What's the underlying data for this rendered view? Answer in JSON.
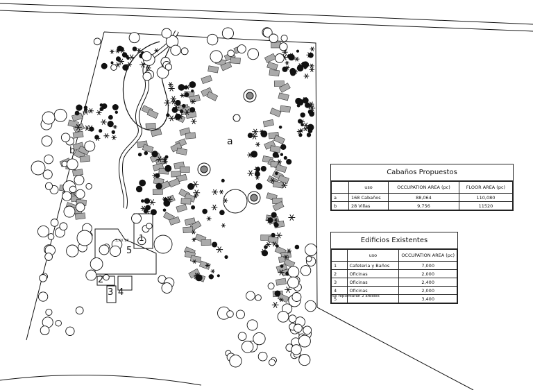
{
  "labels": {
    "a": "a",
    "b": "b",
    "n1": "1",
    "n2": "2",
    "n3": "3",
    "n4": "4",
    "n5": "5",
    "ref": "5,XX 9X"
  },
  "table_proposed": {
    "title": "Cabaños Propuestos",
    "headers": [
      "",
      "uso",
      "OCCUPATION AREA (pc)",
      "FLOOR AREA (pc)"
    ],
    "rows": [
      [
        "a",
        "168 Cabaños",
        "88,064",
        "110,080"
      ],
      [
        "b",
        "28 Villas",
        "9,756",
        "11520"
      ]
    ]
  },
  "table_existing": {
    "title": "Edificios Existentes",
    "headers": [
      "",
      "uso",
      "OCCUPATION AREA (pc)"
    ],
    "rows": [
      [
        "1",
        "Cafeteria y Baños",
        "7,000"
      ],
      [
        "2",
        "Oficinas",
        "2,000"
      ],
      [
        "3",
        "Oficinas",
        "2,400"
      ],
      [
        "4",
        "Oficinas",
        "2,000"
      ],
      [
        "5",
        "",
        "3,400"
      ]
    ],
    "note": "*Se replantarán 2 arboles"
  }
}
